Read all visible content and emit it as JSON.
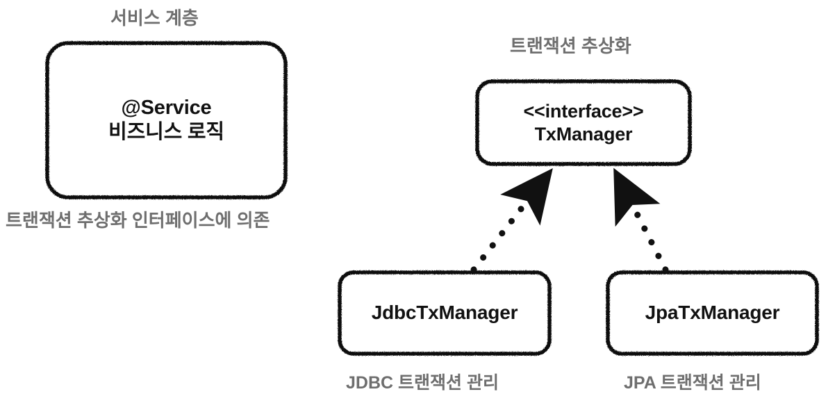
{
  "diagram": {
    "title": "Transaction abstraction layering",
    "background_color": "#ffffff",
    "stroke_color": "#111111",
    "caption_color": "#6e6e6e"
  },
  "nodes": {
    "service": {
      "line1": "@Service",
      "line2": "비즈니스 로직"
    },
    "tx_manager": {
      "line1": "<<interface>>",
      "line2": "TxManager"
    },
    "jdbc_tx_manager": {
      "line1": "JdbcTxManager"
    },
    "jpa_tx_manager": {
      "line1": "JpaTxManager"
    }
  },
  "captions": {
    "service_layer": "서비스 계층",
    "tx_abstraction": "트랜잭션 추상화",
    "depends_on_interface": "트랜잭션 추상화 인터페이스에 의존",
    "jdbc_tx_management": "JDBC 트랜잭션 관리",
    "jpa_tx_management": "JPA 트랜잭션 관리"
  },
  "edges": {
    "service_to_txmanager": {
      "style": "solid",
      "arrow": "filled",
      "from": "service",
      "to": "tx_manager"
    },
    "jdbc_implements_txmanager": {
      "style": "dotted",
      "arrow": "filled-triangle",
      "from": "jdbc_tx_manager",
      "to": "tx_manager"
    },
    "jpa_implements_txmanager": {
      "style": "dotted",
      "arrow": "filled-triangle",
      "from": "jpa_tx_manager",
      "to": "tx_manager"
    }
  }
}
